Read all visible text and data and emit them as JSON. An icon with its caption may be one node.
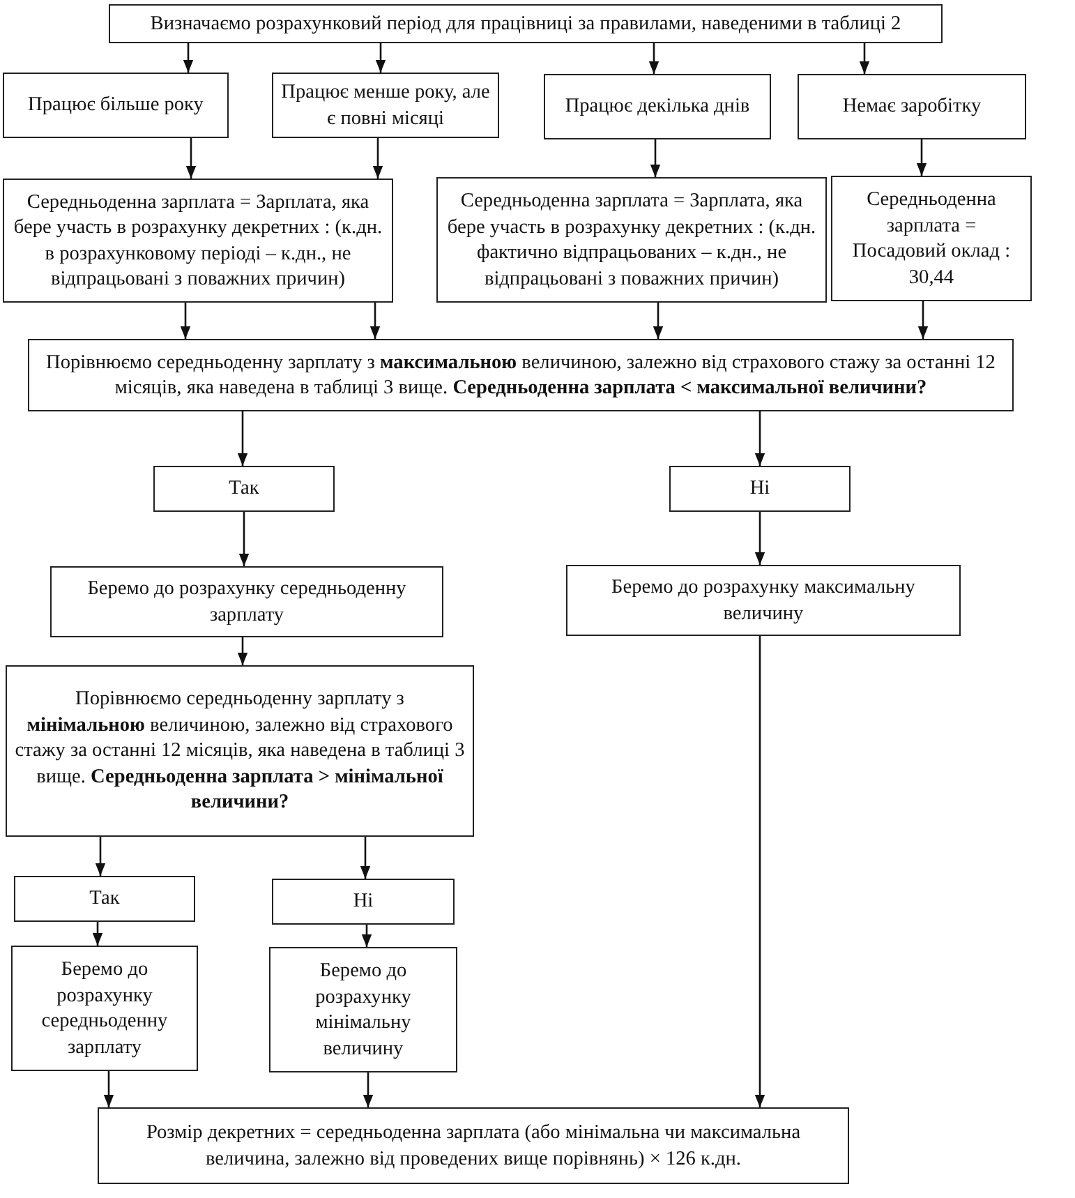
{
  "diagram": {
    "nodes": [
      {
        "text": [
          "Визначаємо розрахунковий період для працівниці за правилами, наведеними в таблиці 2"
        ]
      },
      {
        "text": [
          "Працює більше року"
        ]
      },
      {
        "text": [
          "Працює менше року, але є повні місяці"
        ]
      },
      {
        "text": [
          "Працює декілька днів"
        ]
      },
      {
        "text": [
          "Немає заробітку"
        ]
      },
      {
        "text": [
          "Середньоденна зарплата = Зарплата, яка бере участь в розрахунку декретних : (к.дн. в розрахунковому періоді – к.дн., не відпрацьовані з поважних причин)"
        ]
      },
      {
        "text": [
          "Середньоденна зарплата = Зарплата, яка бере участь в розрахунку декретних : (к.дн. фактично відпрацьованих – к.дн., не відпрацьовані з поважних причин)"
        ]
      },
      {
        "text": [
          "Середньоденна зарплата = Посадовий оклад : 30,44"
        ]
      },
      {
        "text": [
          "Порівнюємо середньоденну зарплату з **максимальною** величиною, залежно від страхового стажу за останні 12 місяців, яка наведена в таблиці 3 вище. **Середньоденна зарплата < максимальної величини?**"
        ]
      },
      {
        "text": [
          "Так"
        ]
      },
      {
        "text": [
          "Ні"
        ]
      },
      {
        "text": [
          "Беремо до розрахунку середньоденну зарплату"
        ]
      },
      {
        "text": [
          "Беремо до розрахунку максимальну величину"
        ]
      },
      {
        "text": [
          "Порівнюємо середньоденну зарплату з **мінімальною** величиною, залежно від страхового стажу за останні 12 місяців, яка наведена в таблиці 3 вище. **Середньоденна зарплата > мінімальної величини?**"
        ]
      },
      {
        "text": [
          "Так"
        ]
      },
      {
        "text": [
          "Ні"
        ]
      },
      {
        "text": [
          "Беремо до розрахунку середньоденну зарплату"
        ]
      },
      {
        "text": [
          "Беремо до розрахунку мінімальну величину"
        ]
      },
      {
        "text": [
          "Розмір декретних = середньоденна зарплата (або мінімальна чи максимальна величина, залежно від проведених вище порівнянь) × 126 к.дн."
        ]
      }
    ],
    "edges": [
      {
        "from": 0,
        "to": 1,
        "arrow": "to"
      },
      {
        "from": 0,
        "to": 2,
        "arrow": "to"
      },
      {
        "from": 0,
        "to": 3,
        "arrow": "to"
      },
      {
        "from": 0,
        "to": 4,
        "arrow": "to"
      },
      {
        "from": 1,
        "to": 5,
        "arrow": "to"
      },
      {
        "from": 2,
        "to": 5,
        "arrow": "to"
      },
      {
        "from": 3,
        "to": 6,
        "arrow": "to"
      },
      {
        "from": 4,
        "to": 7,
        "arrow": "to"
      },
      {
        "from": 5,
        "to": 8,
        "arrow": "to"
      },
      {
        "from": 5,
        "to": 8,
        "arrow": "to"
      },
      {
        "from": 6,
        "to": 8,
        "arrow": "to"
      },
      {
        "from": 7,
        "to": 8,
        "arrow": "to"
      },
      {
        "from": 8,
        "to": 9,
        "arrow": "to"
      },
      {
        "from": 8,
        "to": 10,
        "arrow": "to"
      },
      {
        "from": 9,
        "to": 11,
        "arrow": "to"
      },
      {
        "from": 10,
        "to": 12,
        "arrow": "to"
      },
      {
        "from": 11,
        "to": 13,
        "arrow": "to"
      },
      {
        "from": 13,
        "to": 14,
        "arrow": "to"
      },
      {
        "from": 13,
        "to": 15,
        "arrow": "to"
      },
      {
        "from": 14,
        "to": 16,
        "arrow": "to"
      },
      {
        "from": 15,
        "to": 17,
        "arrow": "to"
      },
      {
        "from": 16,
        "to": 18,
        "arrow": "to"
      },
      {
        "from": 17,
        "to": 18,
        "arrow": "to"
      },
      {
        "from": 12,
        "to": 18,
        "arrow": "to"
      }
    ]
  }
}
